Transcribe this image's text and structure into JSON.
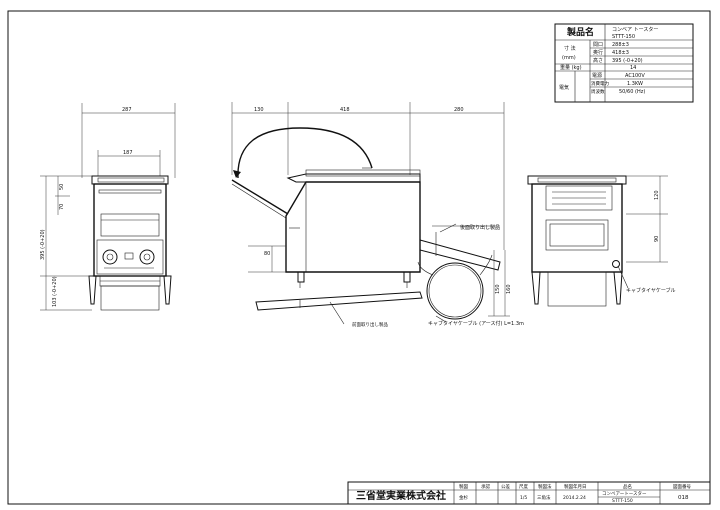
{
  "spec_table": {
    "product_name_label": "製品名",
    "product_name_value": "コンベア トースター",
    "model": "STTT-150",
    "dimensions_label": "寸 法",
    "dimensions_unit": "(mm)",
    "width_label": "間口",
    "width_value": "288±3",
    "depth_label": "奥行",
    "depth_value": "418±3",
    "height_label": "高さ",
    "height_value": "395 (-0+20)",
    "weight_label": "重量 (kg)",
    "weight_value": "14",
    "electric_label": "電気",
    "voltage_label": "電源",
    "voltage_value": "AC100V",
    "power_label": "消費電力",
    "power_value": "1.3KW",
    "frequency_label": "周波数",
    "frequency_value": "50/60 (Hz)"
  },
  "front_view": {
    "dim_overall_width": "287",
    "dim_inner_width": "187",
    "dim_top_a": "50",
    "dim_top_b": "70",
    "dim_height": "395 (-0+20)",
    "dim_legs": "103 (-0+20)"
  },
  "side_view": {
    "dim_left": "130",
    "dim_body": "418",
    "dim_right": "280",
    "dim_tray_height": "80",
    "dim_tray_h": "150",
    "dim_tray_h2": "160",
    "label_rear_tray": "後面取り出し製品",
    "label_front_tray": "前面取り出し製品",
    "label_cable": "キャブタイヤケーブル (アース付) L=1.3m"
  },
  "rear_view": {
    "dim_upper": "120",
    "dim_lower": "90",
    "label_cable": "キャブタイヤケーブル"
  },
  "title_block": {
    "company": "三省堂実業株式会社",
    "h_product": "製図",
    "h_approve": "承認",
    "h_check": "公差",
    "h_scale": "尺度",
    "h_method": "製図法",
    "h_date": "製図年月日",
    "h_name": "品名",
    "h_number": "図面番号",
    "v_product": "金杉",
    "v_scale": "1/5",
    "v_method": "三角法",
    "v_date": "2014.2.24",
    "v_name": "コンベアートースター",
    "v_model": "STTT-150",
    "v_number": "018"
  }
}
